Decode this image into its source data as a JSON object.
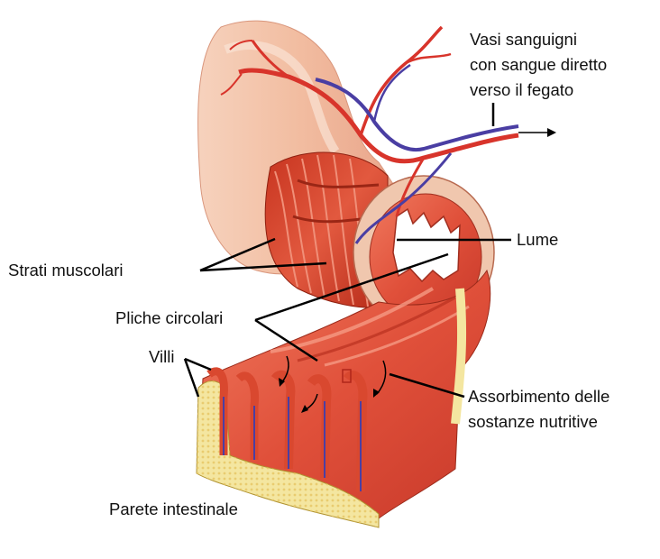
{
  "labels": {
    "vessels_line1": "Vasi sanguigni",
    "vessels_line2": "con sangue diretto",
    "vessels_line3": "verso il fegato",
    "lumen": "Lume",
    "muscle_layers": "Strati muscolari",
    "circular_folds": "Pliche circolari",
    "villi": "Villi",
    "absorption_line1": "Assorbimento delle",
    "absorption_line2": "sostanze nutritive",
    "intestinal_wall": "Parete intestinale"
  },
  "colors": {
    "tissue_light": "#f3c2a8",
    "muscle": "#d9482f",
    "mucosa": "#e4573f",
    "artery": "#d8342b",
    "vein": "#4a3ea3",
    "submucosa": "#f4e6a0",
    "leader_line": "#000000"
  }
}
